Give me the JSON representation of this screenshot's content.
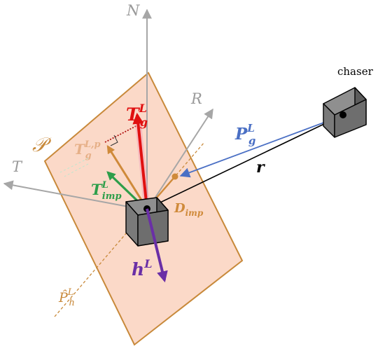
{
  "labels": {
    "axis_N": "N",
    "axis_R": "R",
    "axis_T": "T",
    "plane_P": "𝒫",
    "chaser": "chaser",
    "r": "r",
    "Tg_base": "T",
    "Tg_sub": "g",
    "Tg_sup": "L",
    "Tgp_base": "T",
    "Tgp_sub": "g",
    "Tgp_sup": "L,p",
    "Timp_base": "T",
    "Timp_sub": "imp",
    "Timp_sup": "L",
    "Pg_base": "P",
    "Pg_sub": "g",
    "Pg_sup": "L",
    "Dimp_base": "D",
    "Dimp_sub": "imp",
    "hL_base": "h",
    "hL_sup": "L",
    "Ph_base": "P̂",
    "Ph_sub": "h",
    "Ph_sup": "L"
  },
  "colors": {
    "axis": "#a6a6a6",
    "plane_fill": "#fbd9c8",
    "plane_stroke": "#c8893a",
    "red": "#e01010",
    "orange": "#cf8a3a",
    "green": "#2e9e4a",
    "blue": "#4a6fc4",
    "purple": "#6a2fa6",
    "black": "#000000",
    "cube": "#6e6e6e"
  }
}
